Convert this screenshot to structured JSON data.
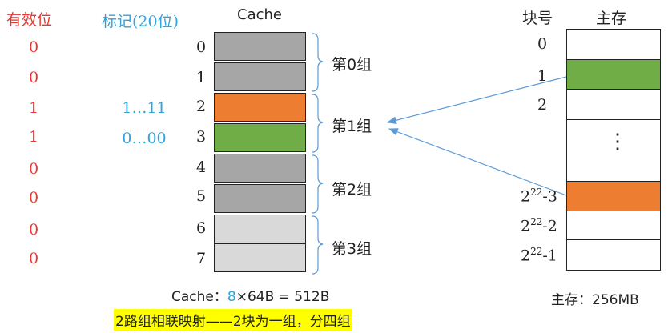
{
  "headers": {
    "valid": "有效位",
    "tag": "标记(20位)",
    "cache": "Cache",
    "block_no": "块号",
    "main_memory": "主存"
  },
  "valid_bits": [
    "0",
    "0",
    "1",
    "1",
    "0",
    "0",
    "0",
    "0"
  ],
  "tags": {
    "line2": "1…11",
    "line3": "0…00"
  },
  "cache_lines": [
    {
      "index": "0",
      "color": "#a6a6a6"
    },
    {
      "index": "1",
      "color": "#a6a6a6"
    },
    {
      "index": "2",
      "color": "#ed7d31"
    },
    {
      "index": "3",
      "color": "#70ad47"
    },
    {
      "index": "4",
      "color": "#a6a6a6"
    },
    {
      "index": "5",
      "color": "#a6a6a6"
    },
    {
      "index": "6",
      "color": "#d9d9d9"
    },
    {
      "index": "7",
      "color": "#d9d9d9"
    }
  ],
  "groups": [
    "第0组",
    "第1组",
    "第2组",
    "第3组"
  ],
  "memory_blocks": {
    "b0": "0",
    "b1": "1",
    "b2": "2",
    "b_last3_base": "2",
    "b_last3_exp": "22",
    "b_last3_suffix": "-3",
    "b_last2_base": "2",
    "b_last2_exp": "22",
    "b_last2_suffix": "-2",
    "b_last1_base": "2",
    "b_last1_exp": "22",
    "b_last1_suffix": "-1",
    "ellipsis": "⋮"
  },
  "captions": {
    "cache_prefix": "Cache：",
    "cache_count": "8",
    "cache_rest": "×64B = 512B",
    "memory_size": "主存：256MB",
    "mapping_desc": "2路组相联映射——2块为一组，分四组"
  },
  "colors": {
    "red": "#e8372f",
    "cyan": "#2fa3dc",
    "orange": "#ed7d31",
    "green": "#70ad47",
    "dark_gray": "#a6a6a6",
    "light_gray": "#d9d9d9",
    "highlight": "#ffff00",
    "arrow": "#5b9bd5"
  }
}
